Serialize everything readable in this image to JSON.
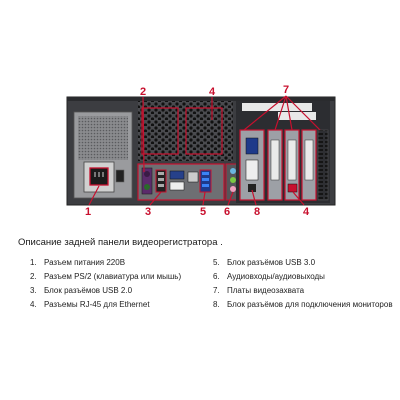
{
  "callouts": [
    {
      "number": "1"
    },
    {
      "number": "2"
    },
    {
      "number": "3"
    },
    {
      "number": "4"
    },
    {
      "number": "5"
    },
    {
      "number": "6"
    },
    {
      "number": "8"
    },
    {
      "number": "4"
    },
    {
      "number": "7"
    }
  ],
  "colors": {
    "callout": "#c8102e",
    "chassis": "#3c3d41",
    "text": "#222222"
  },
  "caption": "Описание задней панели видеорегистратора .",
  "list_left": [
    {
      "number": "1.",
      "text": "Разъем питания 220В"
    },
    {
      "number": "2.",
      "text": "Разъем PS/2 (клавиатура или мышь)"
    },
    {
      "number": "3.",
      "text": "Блок разъёмов USB 2.0"
    },
    {
      "number": "4.",
      "text": "Разъемы RJ-45 для Ethernet"
    }
  ],
  "list_right": [
    {
      "number": "5.",
      "text": "Блок разъёмов USB 3.0"
    },
    {
      "number": "6.",
      "text": "Аудиовходы/аудиовыходы"
    },
    {
      "number": "7.",
      "text": "Платы видеозахвата"
    },
    {
      "number": "8.",
      "text": "Блок разъёмов для подключения мониторов"
    }
  ]
}
